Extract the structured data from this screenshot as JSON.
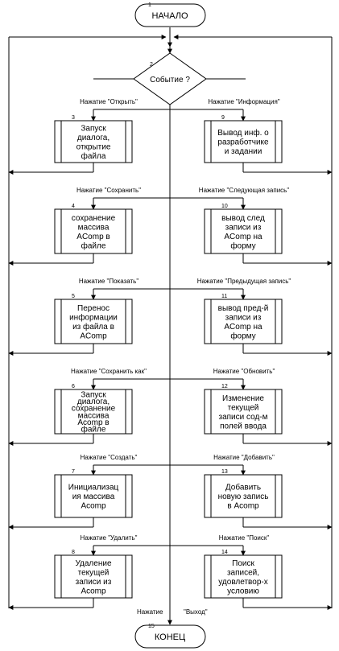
{
  "start": {
    "num": "1",
    "label": "НАЧАЛО"
  },
  "decision": {
    "num": "2",
    "label": "Событие ?"
  },
  "end": {
    "num": "15",
    "label": "КОНЕЦ"
  },
  "rows": [
    {
      "left": {
        "event": "Нажатие \"Открыть\"",
        "num": "3",
        "lines": [
          "Запуск",
          "диалога,",
          "открытие",
          "файла"
        ]
      },
      "right": {
        "event": "Нажатие \"Информация\"",
        "num": "9",
        "lines": [
          "Вывод инф. о",
          "разработчике",
          "и задании"
        ]
      }
    },
    {
      "left": {
        "event": "Нажатие \"Сохранить\"",
        "num": "4",
        "lines": [
          "сохранение",
          "массива",
          "AComp в",
          "файле"
        ]
      },
      "right": {
        "event": "Нажатие \"Следующая запись\"",
        "num": "10",
        "lines": [
          "вывод след",
          "записи из",
          "AComp на",
          "форму"
        ]
      }
    },
    {
      "left": {
        "event": "Нажатие \"Показать\"",
        "num": "5",
        "lines": [
          "Перенос",
          "информации",
          "из файла в",
          "AComp"
        ]
      },
      "right": {
        "event": "Нажатие \"Предыдущая запись\"",
        "num": "11",
        "lines": [
          "вывод пред-й",
          "записи из",
          "AComp на",
          "форму"
        ]
      }
    },
    {
      "left": {
        "event": "Нажатие \"Сохранить как\"",
        "num": "6",
        "lines": [
          "Запуск",
          "диалога,",
          "сохранение",
          "массива",
          "Acomp в",
          "файле"
        ]
      },
      "right": {
        "event": "Нажатие \"Обновить\"",
        "num": "12",
        "lines": [
          "Изменение",
          "текущей",
          "записи сод-м",
          "полей ввода"
        ]
      }
    },
    {
      "left": {
        "event": "Нажатие \"Создать\"",
        "num": "7",
        "lines": [
          "Инициализац",
          "ия массива",
          "Acomp"
        ]
      },
      "right": {
        "event": "Нажатие \"Добавить\"",
        "num": "13",
        "lines": [
          "Добавить",
          "новую запись",
          "в Acomp"
        ]
      }
    },
    {
      "left": {
        "event": "Нажатие \"Удалить\"",
        "num": "8",
        "lines": [
          "Удаление",
          "текущей",
          "записи из",
          "Acomp"
        ]
      },
      "right": {
        "event": "Нажатие \"Поиск\"",
        "num": "14",
        "lines": [
          "Поиск",
          "записей,",
          "удовлетвор-х",
          "условию"
        ]
      }
    }
  ],
  "exit": {
    "left": "Нажатие",
    "right": "\"Выход\""
  }
}
